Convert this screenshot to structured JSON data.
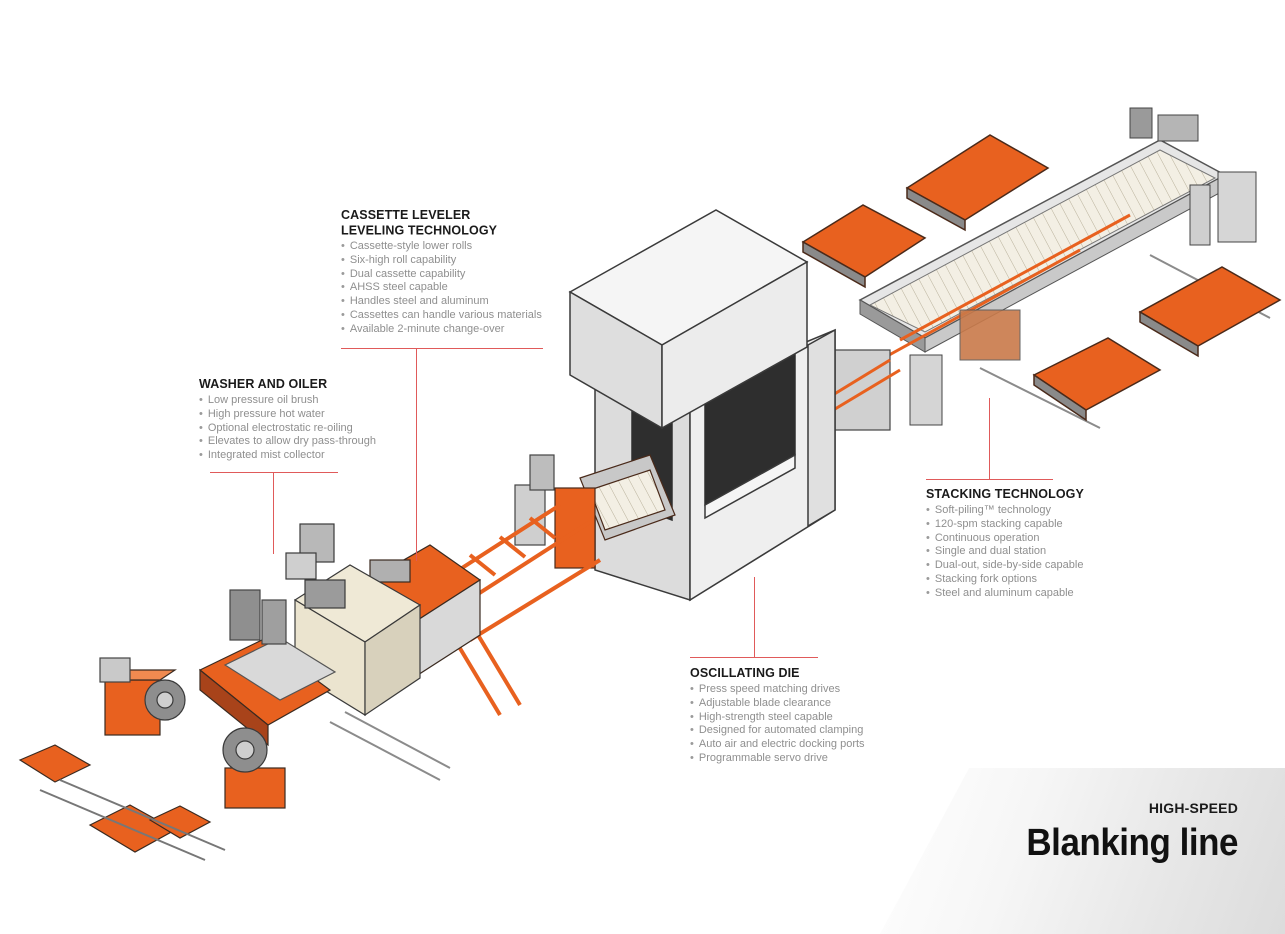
{
  "colors": {
    "accent_orange": "#e8611f",
    "leader_red": "#e05a5a",
    "heading": "#1a1a1a",
    "bullet_gray": "#8f8f8f",
    "press_body": "#f2f2f2",
    "press_shadow": "#d7d7d7"
  },
  "callouts": {
    "cassette_leveler": {
      "heading_line1": "CASSETTE LEVELER",
      "heading_line2": "LEVELING TECHNOLOGY",
      "items": [
        "Cassette-style lower rolls",
        "Six-high roll capability",
        "Dual cassette capability",
        "AHSS steel capable",
        "Handles steel and aluminum",
        "Cassettes can handle various materials",
        "Available 2-minute change-over"
      ]
    },
    "washer_oiler": {
      "heading": "WASHER AND OILER",
      "items": [
        "Low pressure oil brush",
        "High pressure hot water",
        "Optional electrostatic re-oiling",
        "Elevates to allow dry pass-through",
        "Integrated mist collector"
      ]
    },
    "stacking": {
      "heading": "STACKING TECHNOLOGY",
      "items": [
        "Soft-piling™ technology",
        "120-spm stacking capable",
        "Continuous operation",
        "Single and dual station",
        "Dual-out, side-by-side capable",
        "Stacking fork options",
        "Steel and aluminum capable"
      ]
    },
    "oscillating_die": {
      "heading": "OSCILLATING DIE",
      "items": [
        "Press speed matching drives",
        "Adjustable blade clearance",
        "High-strength steel capable",
        "Designed for automated clamping",
        "Auto air and electric docking ports",
        "Programmable servo drive"
      ]
    }
  },
  "title_block": {
    "subtitle": "HIGH-SPEED",
    "title": "Blanking line"
  }
}
